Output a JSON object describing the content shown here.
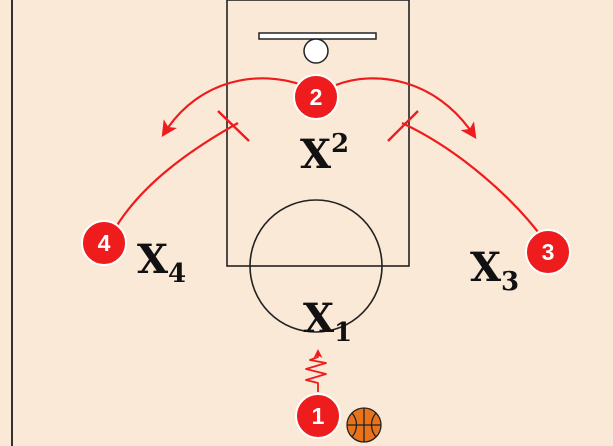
{
  "colors": {
    "court": "#fbe9d8",
    "lines": "#222222",
    "offense": "#ee1c1c",
    "offense_text": "#ffffff",
    "ball": "#e8731a"
  },
  "offense": [
    {
      "number": "1"
    },
    {
      "number": "2"
    },
    {
      "number": "3"
    },
    {
      "number": "4"
    }
  ],
  "defense": [
    {
      "letter": "X",
      "sub": "1"
    },
    {
      "letter": "X",
      "sup": "2"
    },
    {
      "letter": "X",
      "sub": "3"
    },
    {
      "letter": "X",
      "sub": "4"
    }
  ],
  "icons": [
    "basketball-icon",
    "basket-ring-icon"
  ]
}
